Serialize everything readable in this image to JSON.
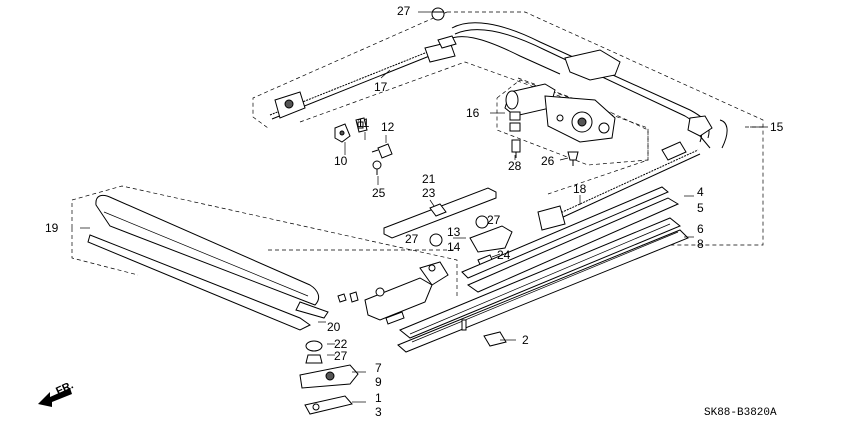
{
  "diagram": {
    "diagram_code": "SK88-B3820A",
    "direction_label": "FR.",
    "callouts": {
      "c1": "1",
      "c2": "2",
      "c3": "3",
      "c4": "4",
      "c5": "5",
      "c6": "6",
      "c7": "7",
      "c8": "8",
      "c9": "9",
      "c10": "10",
      "c11": "11",
      "c12": "12",
      "c13": "13",
      "c14": "14",
      "c15": "15",
      "c16": "16",
      "c17": "17",
      "c18": "18",
      "c19": "19",
      "c20": "20",
      "c21": "21",
      "c22": "22",
      "c23": "23",
      "c24": "24",
      "c25": "25",
      "c26": "26",
      "c27a": "27",
      "c27b": "27",
      "c27c": "27",
      "c27d": "27",
      "c28": "28"
    }
  }
}
